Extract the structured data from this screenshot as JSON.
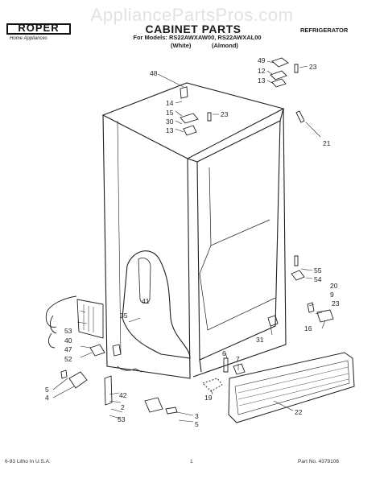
{
  "watermark": "AppliancePartsPros.com",
  "brand": {
    "name": "ROPER",
    "tagline": "Home Appliances"
  },
  "header": {
    "title": "CABINET PARTS",
    "models": "For Models: RS22AWXAW00, RS22AWXAL00",
    "color_white": "(White)",
    "color_almond": "(Almond)",
    "category": "REFRIGERATOR"
  },
  "footer": {
    "print_info": "6-93 Litho In U.S.A.",
    "page": "1",
    "part_no": "Part No. 4379106"
  },
  "part_labels": {
    "p48": "48",
    "p49": "49",
    "p12a": "12",
    "p13a": "13",
    "p23a": "23",
    "p14": "14",
    "p15": "15",
    "p23b": "23",
    "p30": "30",
    "p13b": "13",
    "p21": "21",
    "p41": "41",
    "p55": "55",
    "p54": "54",
    "p20": "20",
    "p9": "9",
    "p23c": "23",
    "p16": "16",
    "p31": "31",
    "p35": "35",
    "p53a": "53",
    "p40": "40",
    "p47": "47",
    "p52": "52",
    "p6": "6",
    "p7": "7",
    "p19": "19",
    "p22": "22",
    "p5a": "5",
    "p4": "4",
    "p42": "42",
    "p2": "2",
    "p53b": "53",
    "p3": "3",
    "p5b": "5"
  }
}
